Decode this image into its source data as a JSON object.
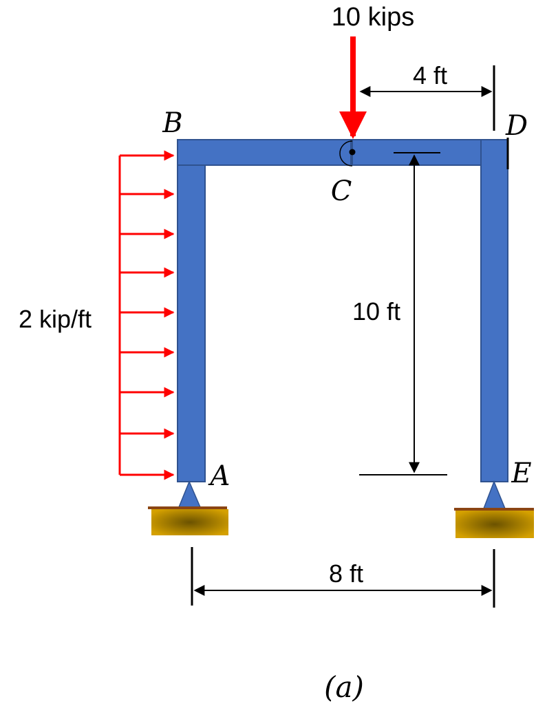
{
  "labels": {
    "point_load": "10 kips",
    "dist_4ft": "4 ft",
    "dist_10ft": "10 ft",
    "dist_8ft": "8 ft",
    "distributed_load": "2 kip/ft",
    "node_a": "A",
    "node_b": "B",
    "node_c": "C",
    "node_d": "D",
    "node_e": "E",
    "caption": "(a)"
  },
  "colors": {
    "frame": "#4472c4",
    "frame_edge": "#2f528f",
    "load": "#ff0000",
    "support": "#c8a000",
    "support_top": "#8b4513",
    "dimension": "#000000"
  }
}
